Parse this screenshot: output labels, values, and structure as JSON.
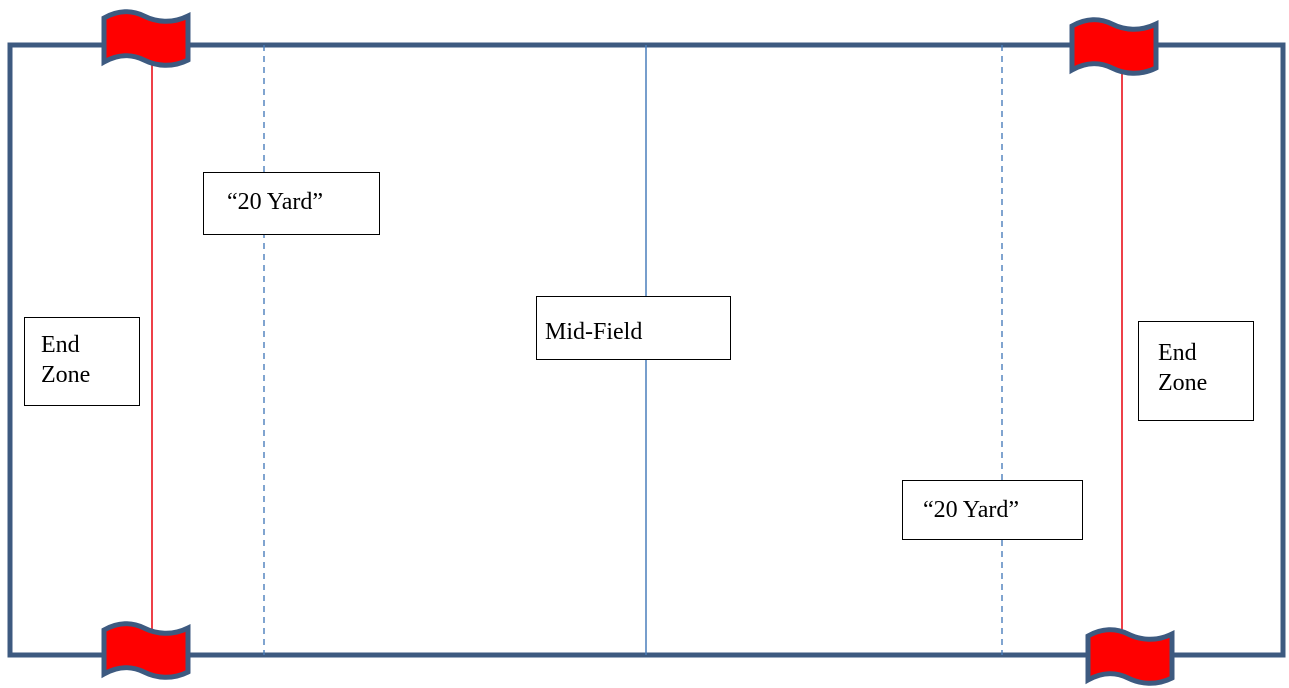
{
  "field": {
    "boundary_color": "#3d5a80",
    "midfield_line_color": "#4a7ebb",
    "yard_line_color": "#4a7ebb",
    "goal_line_color": "#e8000b",
    "flag_color": "#ff0000",
    "flag_outline_color": "#3d5a80"
  },
  "labels": {
    "left_end_zone": [
      "End",
      "Zone"
    ],
    "right_end_zone": [
      "End",
      "Zone"
    ],
    "left_twenty": "“20 Yard”",
    "right_twenty": "“20 Yard”",
    "midfield": "Mid-Field"
  },
  "flags": [
    "flag-icon",
    "flag-icon",
    "flag-icon",
    "flag-icon"
  ]
}
